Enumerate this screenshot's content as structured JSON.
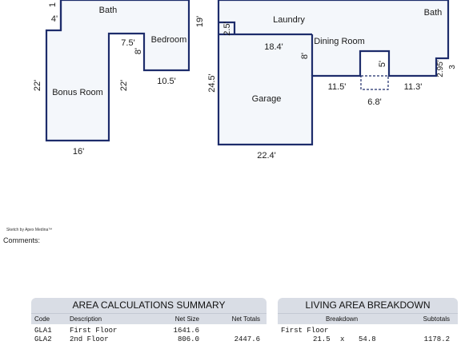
{
  "floorplan": {
    "rooms": {
      "bath_left": "Bath",
      "bedroom": "Bedroom",
      "bonus_room": "Bonus Room",
      "laundry": "Laundry",
      "dining_room": "Dining Room",
      "garage": "Garage",
      "bath_right": "Bath"
    },
    "dimensions": {
      "d1": "1",
      "d4": "4'",
      "d7_5": "7.5'",
      "d8_bed": "8'",
      "d10_5": "10.5'",
      "d22_left": "22'",
      "d22_right": "22'",
      "d16": "16'",
      "d19": "19'",
      "d2_5": "2.5'",
      "d18_4": "18.4'",
      "d8_din": "8'",
      "d24_5": "24.5'",
      "d22_4": "22.4'",
      "d11_5": "11.5'",
      "d5": "5'",
      "d6_8": "6.8'",
      "d11_3": "11.3'",
      "d2_95": "2.95'",
      "d3": "3"
    }
  },
  "sketch_credit": "Sketch by Apex Medina™",
  "comments_label": "Comments:",
  "area_summary": {
    "title": "AREA CALCULATIONS SUMMARY",
    "headers": {
      "code": "Code",
      "description": "Description",
      "net_size": "Net Size",
      "net_totals": "Net Totals"
    },
    "rows": [
      {
        "code": "GLA1",
        "description": "First Floor",
        "net_size": "1641.6",
        "net_totals": ""
      },
      {
        "code": "GLA2",
        "description": "2nd Floor",
        "net_size": "806.0",
        "net_totals": "2447.6"
      }
    ]
  },
  "living_area": {
    "title": "LIVING AREA BREAKDOWN",
    "headers": {
      "breakdown": "Breakdown",
      "subtotals": "Subtotals"
    },
    "section": "First Floor",
    "rows": [
      {
        "a": "21.5",
        "op": "x",
        "b": "54.8",
        "subtotal": "1178.2"
      }
    ]
  }
}
